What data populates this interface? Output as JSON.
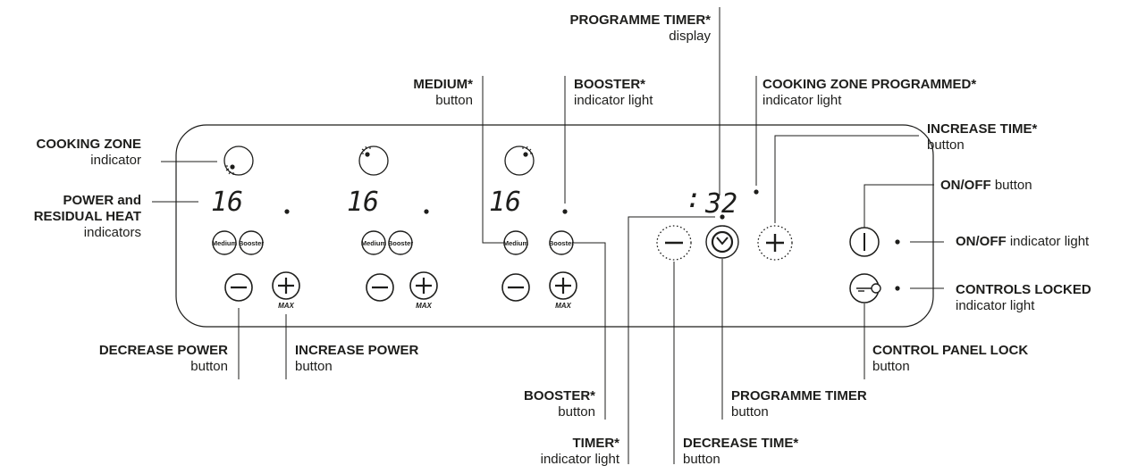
{
  "panel": {
    "zones": [
      {
        "power_display": "16",
        "medium_label": "Medium",
        "booster_label": "Booster",
        "max_label": "MAX"
      },
      {
        "power_display": "16",
        "medium_label": "Medium",
        "booster_label": "Booster",
        "max_label": "MAX"
      },
      {
        "power_display": "16",
        "medium_label": "Medium",
        "booster_label": "Booster",
        "max_label": "MAX"
      }
    ],
    "timer_display": "32",
    "timer_colon": ":"
  },
  "labels": {
    "cooking_zone": {
      "bold": "COOKING ZONE",
      "sub": "indicator"
    },
    "power_residual": {
      "bold_line1": "POWER and",
      "bold_line2": "RESIDUAL HEAT",
      "sub": "indicators"
    },
    "decrease_power": {
      "bold": "DECREASE POWER",
      "sub": "button"
    },
    "increase_power": {
      "bold": "INCREASE POWER",
      "sub": "button"
    },
    "medium": {
      "bold": "MEDIUM*",
      "sub": "button"
    },
    "booster_light": {
      "bold": "BOOSTER*",
      "sub": "indicator light"
    },
    "booster_button": {
      "bold": "BOOSTER*",
      "sub": "button"
    },
    "timer_light": {
      "bold": "TIMER*",
      "sub": "indicator light"
    },
    "programme_timer_display": {
      "bold": "PROGRAMME TIMER*",
      "sub": "display"
    },
    "zone_programmed": {
      "bold": "COOKING ZONE PROGRAMMED*",
      "sub": "indicator light"
    },
    "increase_time": {
      "bold": "INCREASE TIME*",
      "sub": "button"
    },
    "decrease_time": {
      "bold": "DECREASE TIME*",
      "sub": "button"
    },
    "programme_timer_button": {
      "bold": "PROGRAMME TIMER",
      "sub": "button"
    },
    "onoff_button": {
      "bold": "ON/OFF",
      "sub": "button"
    },
    "onoff_light": {
      "bold": "ON/OFF",
      "sub": "indicator light"
    },
    "controls_locked": {
      "bold": "CONTROLS LOCKED",
      "sub": "indicator light"
    },
    "panel_lock": {
      "bold": "CONTROL PANEL LOCK",
      "sub": "button"
    }
  }
}
